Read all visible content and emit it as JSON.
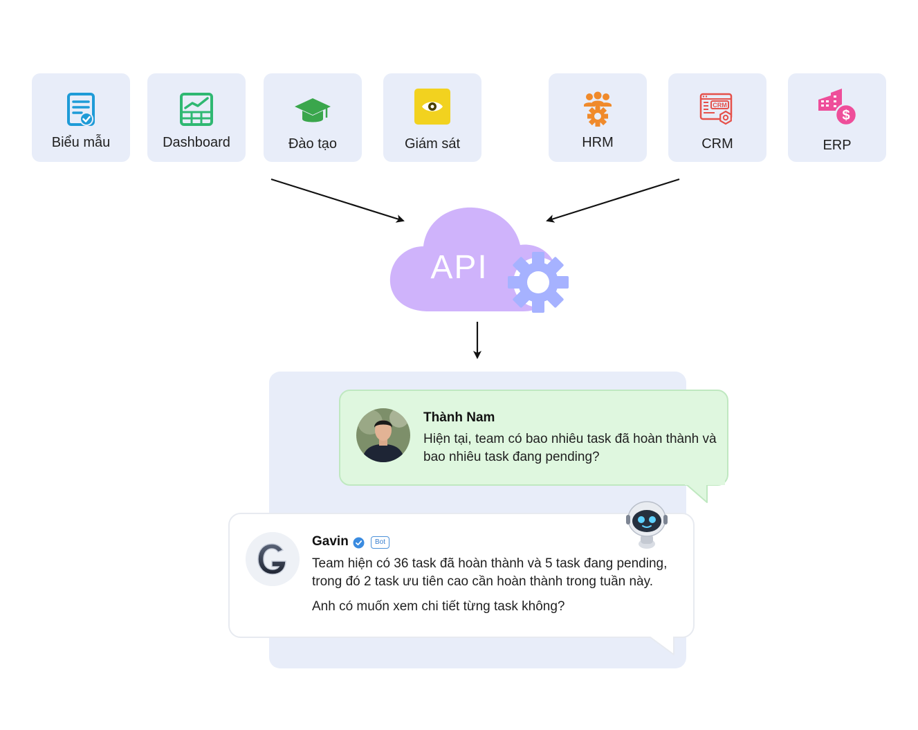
{
  "modules_left": [
    {
      "label": "Biểu mẫu",
      "icon": "form-icon"
    },
    {
      "label": "Dashboard",
      "icon": "spreadsheet-chart-icon"
    },
    {
      "label": "Đào tạo",
      "icon": "graduation-cap-icon"
    },
    {
      "label": "Giám sát",
      "icon": "eye-icon"
    }
  ],
  "modules_right": [
    {
      "label": "HRM",
      "icon": "team-gear-icon"
    },
    {
      "label": "CRM",
      "icon": "crm-window-icon"
    },
    {
      "label": "ERP",
      "icon": "buildings-dollar-icon"
    }
  ],
  "api": {
    "label": "API",
    "icon": "cloud-gear-icon"
  },
  "chat": {
    "user": {
      "name": "Thành Nam",
      "message": "Hiện tại, team có bao nhiêu task đã hoàn thành và bao nhiêu task đang pending?"
    },
    "bot": {
      "name": "Gavin",
      "badge": "Bot",
      "message_1": "Team hiện có 36 task đã hoàn thành và 5 task đang pending, trong đó 2 task ưu tiên cao cần hoàn thành trong tuần này.",
      "message_2": "Anh có muốn xem chi tiết từng task không?"
    }
  },
  "colors": {
    "tile_bg": "#e8edf9",
    "cloud": "#cfb3fb",
    "gear": "#a6b2ff",
    "user_bubble": "#dff7df",
    "form_icon": "#1e9bd7",
    "dashboard_icon": "#2fb872",
    "cap_icon": "#3aa64c",
    "eye_icon": "#f2d21f",
    "hrm_icon": "#f08a2b",
    "crm_icon": "#e5504a",
    "erp_icon": "#ee4e9a"
  }
}
